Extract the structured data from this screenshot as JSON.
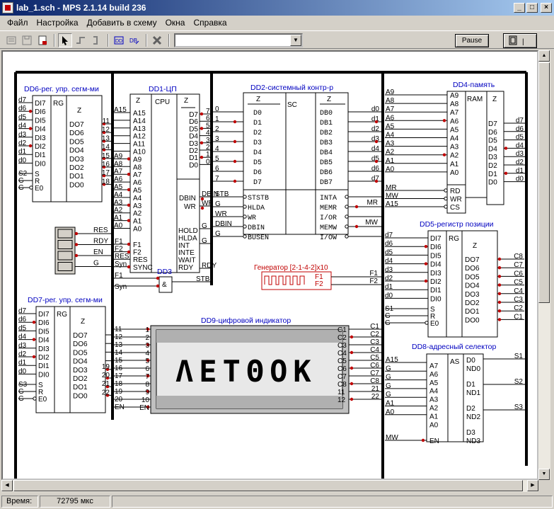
{
  "window": {
    "title": "lab_1.sch - MPS 2.1.14 build 236",
    "buttons": {
      "minimize": "_",
      "maximize": "□",
      "close": "×"
    }
  },
  "menu": [
    "Файл",
    "Настройка",
    "Добавить в схему",
    "Окна",
    "Справка"
  ],
  "toolbar": {
    "pause_label": "Pause",
    "book_label": "|",
    "combo_value": "",
    "icons": [
      "open-icon",
      "save-icon",
      "print-icon",
      "pointer-icon",
      "wire-icon",
      "bus-icon",
      "dd-icon",
      "db-icon",
      "delete-icon"
    ]
  },
  "status": {
    "label": "Время:",
    "value": "72795 мкс"
  },
  "schematic": {
    "dd6": {
      "title": "DD6-рег. упр. сегм-ми",
      "ext_in": [
        "d7",
        "d6",
        "d5",
        "d4",
        "d3",
        "d2",
        "d1",
        "d0"
      ],
      "pins_in": [
        "DI7",
        "DI6",
        "DI5",
        "DI4",
        "DI3",
        "DI2",
        "DI1",
        "DI0"
      ],
      "rg": "RG",
      "z": "Z",
      "pins_out": [
        "DO7",
        "DO6",
        "DO5",
        "DO4",
        "DO3",
        "DO2",
        "DO1",
        "DO0"
      ],
      "ctrl_ext": [
        "S2",
        "G",
        "G"
      ],
      "ctrl_pins": [
        "S",
        "R",
        "E0"
      ],
      "out_nums": [
        "11",
        "12",
        "13",
        "14",
        "15",
        "16",
        "17",
        "18"
      ]
    },
    "dd1": {
      "title": "DD1-ЦП",
      "z": "Z",
      "cpu": "CPU",
      "z2": "Z",
      "addr_ext": [
        "A15",
        "",
        "",
        "",
        "",
        "",
        "A9",
        "A8",
        "A7",
        "A6",
        "A5",
        "A4",
        "A3",
        "A2",
        "A1",
        "A0"
      ],
      "addr_pins": [
        "A15",
        "A14",
        "A13",
        "A12",
        "A11",
        "A10",
        "A9",
        "A8",
        "A7",
        "A6",
        "A5",
        "A4",
        "A3",
        "A2",
        "A1",
        "A0"
      ],
      "data_pins": [
        "D7",
        "D6",
        "D5",
        "D4",
        "D3",
        "D2",
        "D1",
        "D0"
      ],
      "data_nums": [
        "7",
        "6",
        "5",
        "4",
        "3",
        "2",
        "1",
        "0"
      ],
      "dbin": "DBIN",
      "wr": "WR",
      "ctrl_pins": [
        "HOLD",
        "HLDA",
        "INT",
        "INTE",
        "WAIT",
        "RDY"
      ],
      "in_pins": [
        "F1",
        "F2",
        "RES",
        "SYNC"
      ],
      "in_ext": [
        "F1",
        "F2",
        "RES",
        "Syn"
      ],
      "right_ext": [
        "DBIN",
        "WR",
        "G",
        "",
        "G",
        "",
        "RDY"
      ]
    },
    "dd3": {
      "title": "DD3",
      "symbol": "&",
      "ext": [
        "F1",
        "Syn"
      ],
      "out": "STB"
    },
    "buttons_block": {
      "labels": [
        "RES",
        "RDY",
        "EN",
        "G"
      ]
    },
    "dd2": {
      "title": "DD2-системный контр-р",
      "z": "Z",
      "sc": "SC",
      "z2": "Z",
      "left_pins": [
        "D0",
        "D1",
        "D2",
        "D3",
        "D4",
        "D5",
        "D6",
        "D7"
      ],
      "left_nums": [
        "0",
        "1",
        "2",
        "3",
        "4",
        "5",
        "6",
        "7"
      ],
      "right_pins": [
        "DB0",
        "DB1",
        "DB2",
        "DB3",
        "DB4",
        "DB5",
        "DB6",
        "DB7"
      ],
      "right_ext": [
        "d0",
        "d1",
        "d2",
        "d3",
        "d4",
        "d5",
        "d6",
        "d7"
      ],
      "ctrl_in": [
        "STSTB",
        "HLDA",
        "WR",
        "DBIN",
        "BUSEN"
      ],
      "ctrl_ext": [
        "STB",
        "G",
        "WR",
        "DBIN",
        "G"
      ],
      "ctrl_out": [
        "INTA",
        "MEMR",
        "I/OR",
        "MEMW",
        "I/OW"
      ],
      "out_ext": [
        "",
        "MR",
        "",
        "MW",
        ""
      ]
    },
    "dd4": {
      "title": "DD4-память",
      "addr_ext": [
        "A9",
        "A8",
        "A7",
        "A6",
        "A5",
        "A4",
        "A3",
        "A2",
        "A1",
        "A0"
      ],
      "addr_pins": [
        "A9",
        "A8",
        "A7",
        "A6",
        "A5",
        "A4",
        "A3",
        "A2",
        "A1",
        "A0"
      ],
      "ram": "RAM",
      "z": "Z",
      "data_pins": [
        "D7",
        "D6",
        "D5",
        "D4",
        "D3",
        "D2",
        "D1",
        "D0"
      ],
      "data_ext": [
        "d7",
        "d6",
        "d5",
        "d4",
        "d3",
        "d2",
        "d1",
        "d0"
      ],
      "ctrl_ext": [
        "MR",
        "MW",
        "A15"
      ],
      "ctrl_pins": [
        "RD",
        "WR",
        "CS"
      ]
    },
    "generator": {
      "title": "Генератор [2-1-4-2]x10",
      "pins": [
        "F1",
        "F2"
      ],
      "ext": [
        "F1",
        "F2"
      ]
    },
    "dd5": {
      "title": "DD5-регистр позиции",
      "ext_in": [
        "d7",
        "d6",
        "d5",
        "d4",
        "d3",
        "d2",
        "d1",
        "d0"
      ],
      "pins_in": [
        "DI7",
        "DI6",
        "DI5",
        "DI4",
        "DI3",
        "DI2",
        "DI1",
        "DI0"
      ],
      "rg": "RG",
      "z": "Z",
      "pins_out": [
        "DO7",
        "DO6",
        "DO5",
        "DO4",
        "DO3",
        "DO2",
        "DO1",
        "DO0"
      ],
      "out_ext": [
        "C8",
        "C7",
        "C6",
        "C5",
        "C4",
        "C3",
        "C2",
        "C1"
      ],
      "ctrl_ext": [
        "S1",
        "G",
        "G"
      ],
      "ctrl_pins": [
        "S",
        "R",
        "E0"
      ]
    },
    "dd7": {
      "title": "DD7-рег. упр. сегм-ми",
      "ext_in": [
        "d7",
        "d6",
        "d5",
        "d4",
        "d3",
        "d2",
        "d1",
        "d0"
      ],
      "pins_in": [
        "DI7",
        "DI6",
        "DI5",
        "DI4",
        "DI3",
        "DI2",
        "DI1",
        "DI0"
      ],
      "rg": "RG",
      "z": "Z",
      "pins_out": [
        "DO7",
        "DO6",
        "DO5",
        "DO4",
        "DO3",
        "DO2",
        "DO1",
        "DO0"
      ],
      "out_nums": [
        "",
        "",
        "",
        "",
        "19",
        "20",
        "21",
        "22"
      ],
      "ctrl_ext": [
        "S3",
        "G",
        "G"
      ],
      "ctrl_pins": [
        "S",
        "R",
        "E0"
      ]
    },
    "dd9": {
      "title": "DD9-цифровой индикатор",
      "left_ext": [
        "11",
        "12",
        "13",
        "14",
        "15",
        "16",
        "17",
        "18",
        "19",
        "20",
        "EN"
      ],
      "left_pins": [
        "1",
        "2",
        "3",
        "4",
        "5",
        "6",
        "7",
        "8",
        "9",
        "10",
        "EN"
      ],
      "right_pins": [
        "C1",
        "C2",
        "C3",
        "C4",
        "C5",
        "C6",
        "C7",
        "C8",
        "11",
        "12"
      ],
      "right_ext": [
        "C1",
        "C2",
        "C3",
        "C4",
        "C5",
        "C6",
        "C7",
        "C8",
        "21",
        "22"
      ],
      "display": "ΛΕΤΘΟΚ"
    },
    "dd8": {
      "title": "DD8-адресный селектор",
      "addr_ext": [
        "A15",
        "G",
        "G",
        "G",
        "G",
        "A1",
        "A0"
      ],
      "addr_pins": [
        "A7",
        "A6",
        "A5",
        "A4",
        "A3",
        "A2",
        "A1",
        "A0"
      ],
      "as": "AS",
      "outs": [
        "D0",
        "ND0",
        "D1",
        "ND1",
        "D2",
        "ND2",
        "D3",
        "ND3"
      ],
      "out_ext": [
        "S1",
        "S2",
        "S3"
      ],
      "ctrl_ext": "MW",
      "ctrl_pin": "EN"
    }
  }
}
